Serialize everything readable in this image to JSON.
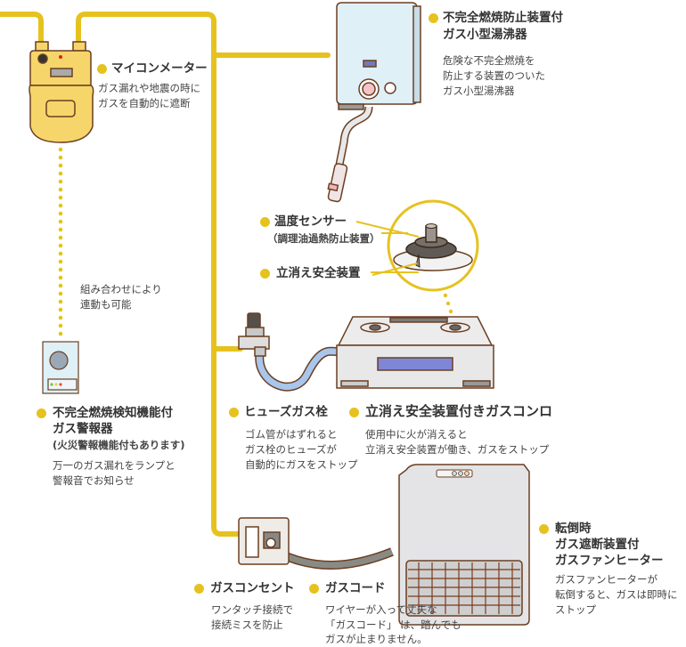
{
  "colors": {
    "pipe": "#e6c21f",
    "bullet": "#e6c21f",
    "outline": "#6b3f22",
    "meter_body": "#f6d66a",
    "heater_body": "#dff0f7",
    "hose_blue": "#a9c6ec",
    "cord_gray": "#8a8a85",
    "fan_heater_body": "#e4e4e6",
    "stove_panel": "#7e86d6",
    "text": "#333333"
  },
  "devices": {
    "meter": {
      "title": "マイコンメーター",
      "desc": [
        "ガス漏れや地震の時に",
        "ガスを自動的に遮断"
      ]
    },
    "water_heater": {
      "title": [
        "不完全燃焼防止装置付",
        "ガス小型湯沸器"
      ],
      "desc": [
        "危険な不完全燃焼を",
        "防止する装置のついた",
        "ガス小型湯沸器"
      ]
    },
    "burner_detail": {
      "sensor_title": "温度センサー",
      "sensor_sub": "（調理油過熱防止装置）",
      "safety_title": "立消え安全装置"
    },
    "link_note": [
      "組み合わせにより",
      "連動も可能"
    ],
    "alarm": {
      "title": [
        "不完全燃焼検知機能付",
        "ガス警報器"
      ],
      "sub": "(火災警報機能付もあります)",
      "desc": [
        "万一のガス漏れをランプと",
        "警報音でお知らせ"
      ]
    },
    "fuse_valve": {
      "title": "ヒューズガス栓",
      "desc": [
        "ゴム管がはずれると",
        "ガス栓のヒューズが",
        "自動的にガスをストップ"
      ]
    },
    "stove": {
      "title": "立消え安全装置付きガスコンロ",
      "desc": [
        "使用中に火が消えると",
        "立消え安全装置が働き、ガスをストップ"
      ]
    },
    "fan_heater": {
      "title": [
        "転倒時",
        "ガス遮断装置付",
        "ガスファンヒーター"
      ],
      "desc": [
        "ガスファンヒーターが",
        "転倒すると、ガスは即時に",
        "ストップ"
      ]
    },
    "outlet": {
      "title": "ガスコンセント",
      "desc": [
        "ワンタッチ接続で",
        "接続ミスを防止"
      ]
    },
    "cord": {
      "title": "ガスコード",
      "desc": [
        "ワイヤーが入って丈夫な",
        "「ガスコード」 は、踏んでも",
        "ガスが止まりません。"
      ]
    }
  }
}
